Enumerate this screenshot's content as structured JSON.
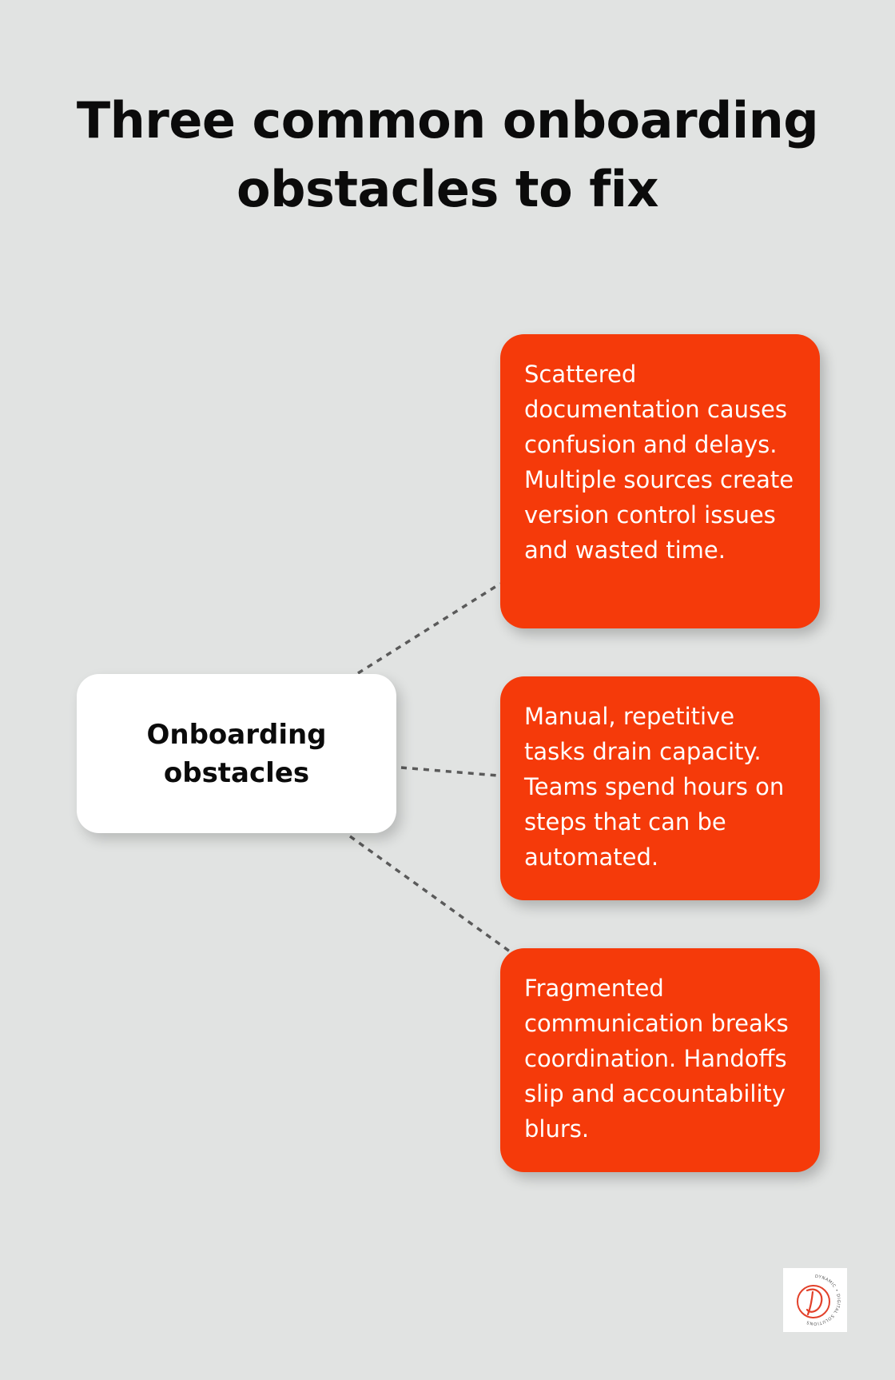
{
  "title": "Three common onboarding obstacles to fix",
  "center": {
    "label": "Onboarding obstacles"
  },
  "cards": [
    {
      "text": "Scattered documentation causes confusion and delays. Multiple sources create version control issues and wasted time."
    },
    {
      "text": "Manual, repetitive tasks drain capacity. Teams spend hours on steps that can be automated."
    },
    {
      "text": "Fragmented communication breaks coordination. Handoffs slip and accountability blurs."
    }
  ],
  "logo": {
    "icon": "dynamic-digital-solutions-logo-icon",
    "text": "DYNAMIC • DIGITAL SOLUTIONS"
  },
  "colors": {
    "background": "#e1e3e2",
    "card": "#f53a0a",
    "center_box": "#ffffff",
    "connector": "#5a5a5a",
    "logo_accent": "#e2412a"
  }
}
